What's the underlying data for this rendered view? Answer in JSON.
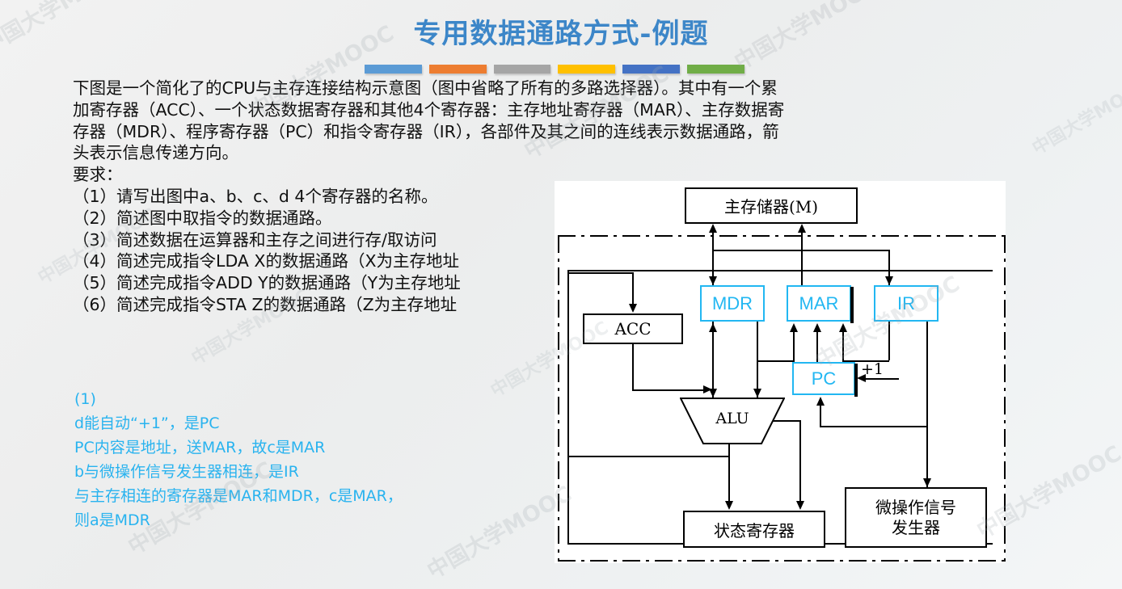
{
  "slide": {
    "title": "专用数据通路方式-例题",
    "title_color": "#3c86c8",
    "accent_bars": [
      "#5b9bd5",
      "#ed7d31",
      "#a5a5a5",
      "#ffc000",
      "#4472c4",
      "#70ad47"
    ],
    "background_color": "#eff1f1"
  },
  "watermark": {
    "text_main": "中国大学MOOC",
    "text_alt": "MOOC"
  },
  "body": {
    "paragraph": [
      "下图是一个简化了的CPU与主存连接结构示意图（图中省略了所有的多路选择器）。其中有一个累",
      "加寄存器（ACC）、一个状态数据寄存器和其他4个寄存器：主存地址寄存器（MAR）、主存数据寄",
      "存器（MDR）、程序寄存器（PC）和指令寄存器（IR），各部件及其之间的连线表示数据通路，箭",
      "头表示信息传递方向。"
    ],
    "requirements_label": "要求：",
    "items": [
      "（1）请写出图中a、b、c、d 4个寄存器的名称。",
      "（2）简述图中取指令的数据通路。",
      "（3）简述数据在运算器和主存之间进行存/取访问",
      "（4）简述完成指令LDA X的数据通路（X为主存地址",
      "（5）简述完成指令ADD Y的数据通路（Y为主存地址",
      "（6）简述完成指令STA Z的数据通路（Z为主存地址"
    ]
  },
  "answer": {
    "color": "#29b3ef",
    "lines": [
      "(1)",
      "d能自动“+1”，是PC",
      "PC内容是地址，送MAR，故c是MAR",
      "b与微操作信号发生器相连，是IR",
      "与主存相连的寄存器是MAR和MDR，c是MAR，",
      "则a是MDR"
    ]
  },
  "diagram": {
    "cpu_boundary_style": "dash-dot",
    "blocks": {
      "memory": "主存储器(M)",
      "mdr": "MDR",
      "mar": "MAR",
      "ir": "IR",
      "acc": "ACC",
      "pc": "PC",
      "alu": "ALU",
      "status_register": "状态寄存器",
      "micro_op_line1": "微操作信号",
      "micro_op_line2": "发生器",
      "increment": "+1"
    },
    "colors": {
      "register_accent": "#22b7f2",
      "line": "#000000"
    }
  }
}
